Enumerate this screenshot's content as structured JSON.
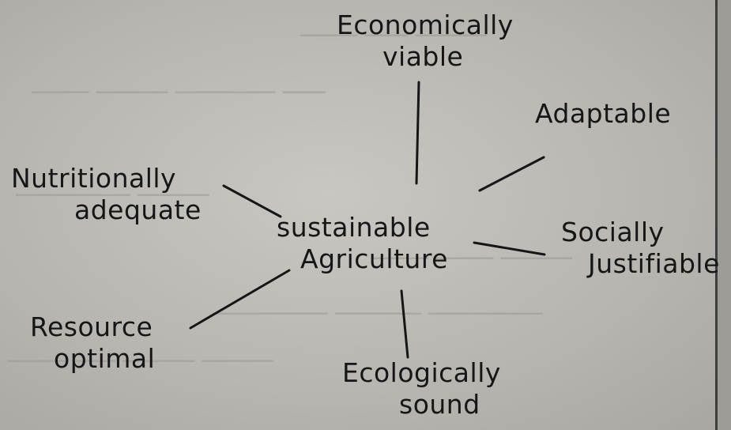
{
  "diagram": {
    "center": {
      "line1": "sustainable",
      "line2": "Agriculture"
    },
    "nodes": {
      "economic": {
        "line1": "Economically",
        "line2": "viable"
      },
      "adaptable": {
        "line1": "Adaptable"
      },
      "social": {
        "line1": "Socially",
        "line2": "Justifiable"
      },
      "ecological": {
        "line1": "Ecologically",
        "line2": "sound"
      },
      "resource": {
        "line1": "Resource",
        "line2": "optimal"
      },
      "nutrition": {
        "line1": "Nutritionally",
        "line2": "adequate"
      }
    }
  },
  "colors": {
    "ink": "#161616",
    "paper": "#bfbdb7"
  }
}
